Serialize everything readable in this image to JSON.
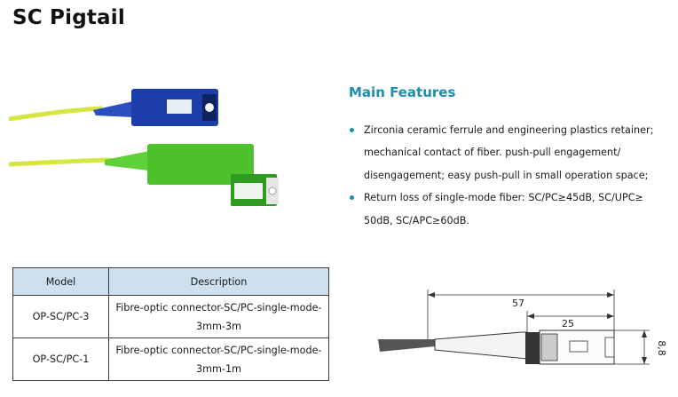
{
  "title": "SC Pigtail",
  "features": {
    "heading": "Main Features",
    "items": [
      "Zirconia ceramic ferrule and engineering plastics retainer; mechanical contact of fiber. push-pull engagement/ disengagement; easy push-pull in small operation space;",
      "Return loss of single-mode fiber: SC/PC≥45dB, SC/UPC≥ 50dB, SC/APC≥60dB."
    ]
  },
  "table": {
    "headers": [
      "Model",
      "Description"
    ],
    "rows": [
      {
        "model": "OP-SC/PC-3",
        "description": "Fibre-optic connector-SC/PC-single-mode-3mm-3m"
      },
      {
        "model": "OP-SC/PC-1",
        "description": "Fibre-optic connector-SC/PC-single-mode-3mm-1m"
      }
    ]
  },
  "drawing": {
    "dim_total": "57",
    "dim_body": "25",
    "dim_height": "8,8"
  },
  "colors": {
    "accent": "#1e8db1",
    "table_header": "#cde0ee",
    "cable": "#d6e640",
    "connector_blue": "#1d3ea8",
    "connector_green": "#4cc12c"
  }
}
